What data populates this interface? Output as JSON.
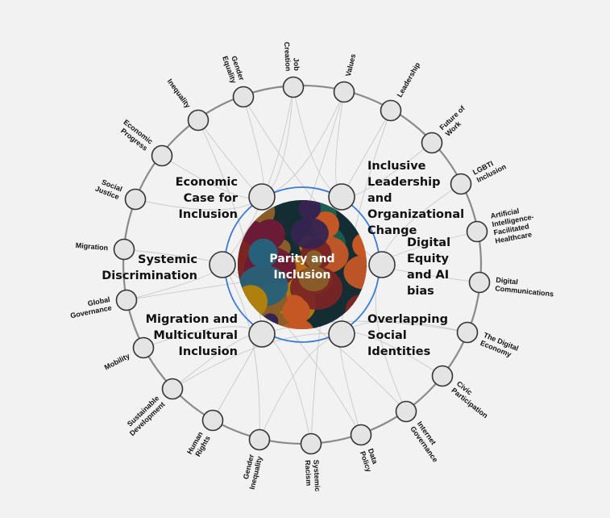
{
  "center": {
    "lines": [
      "Parity and",
      "Inclusion"
    ]
  },
  "colors": {
    "background": "#f2f2f2",
    "ring": "#8a8a8a",
    "inner_ring": "#3a7bd5",
    "node_fill": "#e4e4e4",
    "node_stroke": "#333333",
    "link": "#c9c9c9"
  },
  "inner_topics": [
    {
      "id": "economic-case",
      "lines": [
        "Economic",
        "Case for",
        "Inclusion"
      ]
    },
    {
      "id": "inclusive-leadership",
      "lines": [
        "Inclusive",
        "Leadership",
        "and",
        "Organizational",
        "Change"
      ]
    },
    {
      "id": "systemic-discrimination",
      "lines": [
        "Systemic",
        "Discrimination"
      ]
    },
    {
      "id": "digital-equity",
      "lines": [
        "Digital",
        "Equity",
        "and AI",
        "bias"
      ]
    },
    {
      "id": "migration-multicultural",
      "lines": [
        "Migration and",
        "Multicultural",
        "Inclusion"
      ]
    },
    {
      "id": "overlapping-identities",
      "lines": [
        "Overlapping",
        "Social",
        "Identities"
      ]
    }
  ],
  "outer_topics": [
    {
      "id": "job-creation",
      "lines": [
        "Job",
        "Creation"
      ]
    },
    {
      "id": "values",
      "lines": [
        "Values"
      ]
    },
    {
      "id": "leadership",
      "lines": [
        "Leadership"
      ]
    },
    {
      "id": "future-of-work",
      "lines": [
        "Future of",
        "Work"
      ]
    },
    {
      "id": "lgbti-inclusion",
      "lines": [
        "LGBTI",
        "Inclusion"
      ]
    },
    {
      "id": "ai-healthcare",
      "lines": [
        "Artificial",
        "Intelligence-",
        "Facilitated",
        "Healthcare"
      ]
    },
    {
      "id": "digital-communications",
      "lines": [
        "Digital",
        "Communications"
      ]
    },
    {
      "id": "digital-economy",
      "lines": [
        "The Digital",
        "Economy"
      ]
    },
    {
      "id": "civic-participation",
      "lines": [
        "Civic",
        "Participation"
      ]
    },
    {
      "id": "internet-governance",
      "lines": [
        "Internet",
        "Governance"
      ]
    },
    {
      "id": "data-policy",
      "lines": [
        "Data",
        "Policy"
      ]
    },
    {
      "id": "systemic-racism",
      "lines": [
        "Systemic",
        "Racism"
      ]
    },
    {
      "id": "gender-inequality",
      "lines": [
        "Gender",
        "Inequality"
      ]
    },
    {
      "id": "human-rights",
      "lines": [
        "Human",
        "Rights"
      ]
    },
    {
      "id": "sustainable-development",
      "lines": [
        "Sustainable",
        "Development"
      ]
    },
    {
      "id": "mobility",
      "lines": [
        "Mobility"
      ]
    },
    {
      "id": "global-governance",
      "lines": [
        "Global",
        "Governance"
      ]
    },
    {
      "id": "migration",
      "lines": [
        "Migration"
      ]
    },
    {
      "id": "social-justice",
      "lines": [
        "Social",
        "Justice"
      ]
    },
    {
      "id": "economic-progress",
      "lines": [
        "Economic",
        "Progress"
      ]
    },
    {
      "id": "inequality",
      "lines": [
        "Inequality"
      ]
    },
    {
      "id": "gender-equality",
      "lines": [
        "Gender",
        "Equality"
      ]
    }
  ]
}
